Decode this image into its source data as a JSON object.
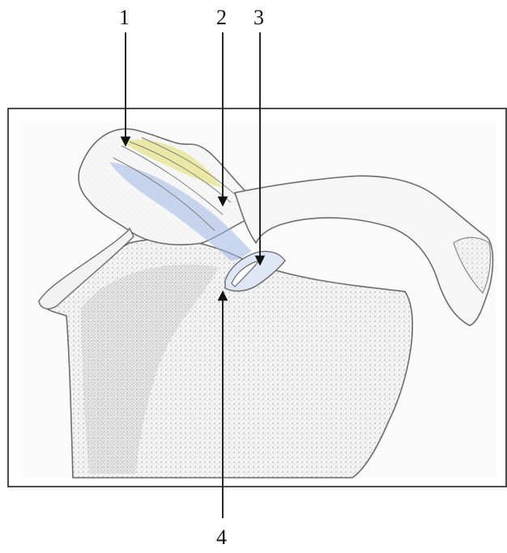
{
  "figure": {
    "labels": [
      {
        "id": "label-1",
        "text": "1"
      },
      {
        "id": "label-2",
        "text": "2"
      },
      {
        "id": "label-3",
        "text": "3"
      },
      {
        "id": "label-4",
        "text": "4"
      }
    ],
    "colors": {
      "frame": "#222222",
      "ink": "#6d6d6d",
      "shade": "#9a9a9a",
      "ligament_yellow": "#e6e48a",
      "ligament_blue": "#9fb8e8",
      "arrow": "#111111"
    }
  }
}
